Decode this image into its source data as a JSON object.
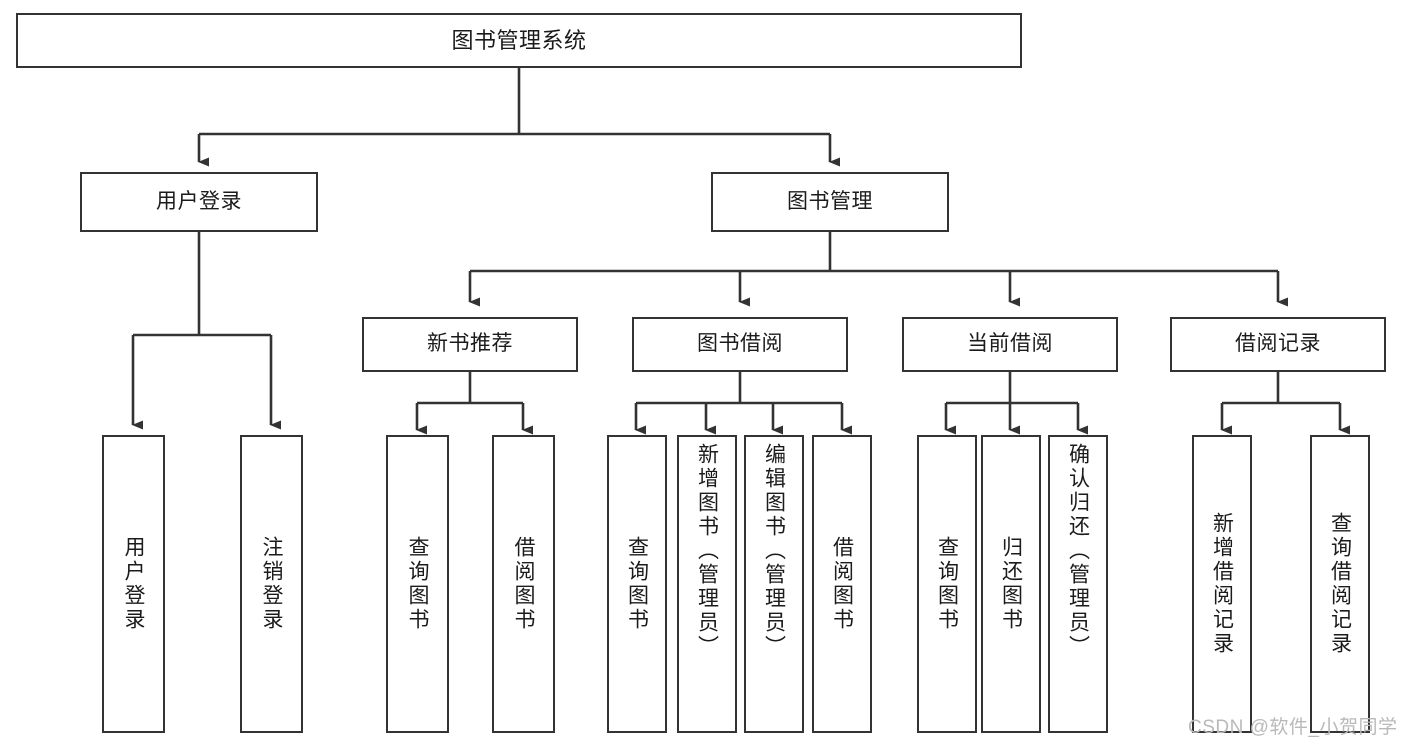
{
  "diagram": {
    "type": "tree",
    "title": "图书管理系统",
    "watermark": "CSDN @软件_小贺同学",
    "colors": {
      "box_border": "#333333",
      "box_fill": "#ffffff",
      "connector": "#333333",
      "text": "#1b1b1b",
      "watermark": "#b9b9b9"
    },
    "levels": {
      "root": "图书管理系统",
      "level1": [
        "用户登录",
        "图书管理"
      ],
      "level2": [
        "新书推荐",
        "图书借阅",
        "当前借阅",
        "借阅记录"
      ],
      "level3": [
        "用户登录",
        "注销登录",
        "查询图书",
        "借阅图书",
        "查询图书",
        "新增图书（管理员）",
        "编辑图书（管理员）",
        "借阅图书",
        "查询图书",
        "归还图书",
        "确认归还（管理员）",
        "新增借阅记录",
        "查询借阅记录"
      ]
    },
    "nodes": {
      "root": {
        "label": "图书管理系统"
      },
      "user_login": {
        "label": "用户登录"
      },
      "book_mgmt": {
        "label": "图书管理"
      },
      "new_book_rec": {
        "label": "新书推荐"
      },
      "book_borrow": {
        "label": "图书借阅"
      },
      "current_borrow": {
        "label": "当前借阅"
      },
      "borrow_record": {
        "label": "借阅记录"
      },
      "leaf_user_login": {
        "label": "用户登录"
      },
      "leaf_logout": {
        "label": "注销登录"
      },
      "leaf_query_book_1": {
        "label": "查询图书"
      },
      "leaf_borrow_book_1": {
        "label": "借阅图书"
      },
      "leaf_query_book_2": {
        "label": "查询图书"
      },
      "leaf_add_book": {
        "label": "新增图书（管理员）"
      },
      "leaf_edit_book": {
        "label": "编辑图书（管理员）"
      },
      "leaf_borrow_book_2": {
        "label": "借阅图书"
      },
      "leaf_query_book_3": {
        "label": "查询图书"
      },
      "leaf_return_book": {
        "label": "归还图书"
      },
      "leaf_confirm_return": {
        "label": "确认归还（管理员）"
      },
      "leaf_add_record": {
        "label": "新增借阅记录"
      },
      "leaf_query_record": {
        "label": "查询借阅记录"
      }
    },
    "edges": [
      {
        "from": "root",
        "to": "user_login"
      },
      {
        "from": "root",
        "to": "book_mgmt"
      },
      {
        "from": "user_login",
        "to": "leaf_user_login"
      },
      {
        "from": "user_login",
        "to": "leaf_logout"
      },
      {
        "from": "book_mgmt",
        "to": "new_book_rec"
      },
      {
        "from": "book_mgmt",
        "to": "book_borrow"
      },
      {
        "from": "book_mgmt",
        "to": "current_borrow"
      },
      {
        "from": "book_mgmt",
        "to": "borrow_record"
      },
      {
        "from": "new_book_rec",
        "to": "leaf_query_book_1"
      },
      {
        "from": "new_book_rec",
        "to": "leaf_borrow_book_1"
      },
      {
        "from": "book_borrow",
        "to": "leaf_query_book_2"
      },
      {
        "from": "book_borrow",
        "to": "leaf_add_book"
      },
      {
        "from": "book_borrow",
        "to": "leaf_edit_book"
      },
      {
        "from": "book_borrow",
        "to": "leaf_borrow_book_2"
      },
      {
        "from": "current_borrow",
        "to": "leaf_query_book_3"
      },
      {
        "from": "current_borrow",
        "to": "leaf_return_book"
      },
      {
        "from": "current_borrow",
        "to": "leaf_confirm_return"
      },
      {
        "from": "borrow_record",
        "to": "leaf_add_record"
      },
      {
        "from": "borrow_record",
        "to": "leaf_query_record"
      }
    ]
  }
}
